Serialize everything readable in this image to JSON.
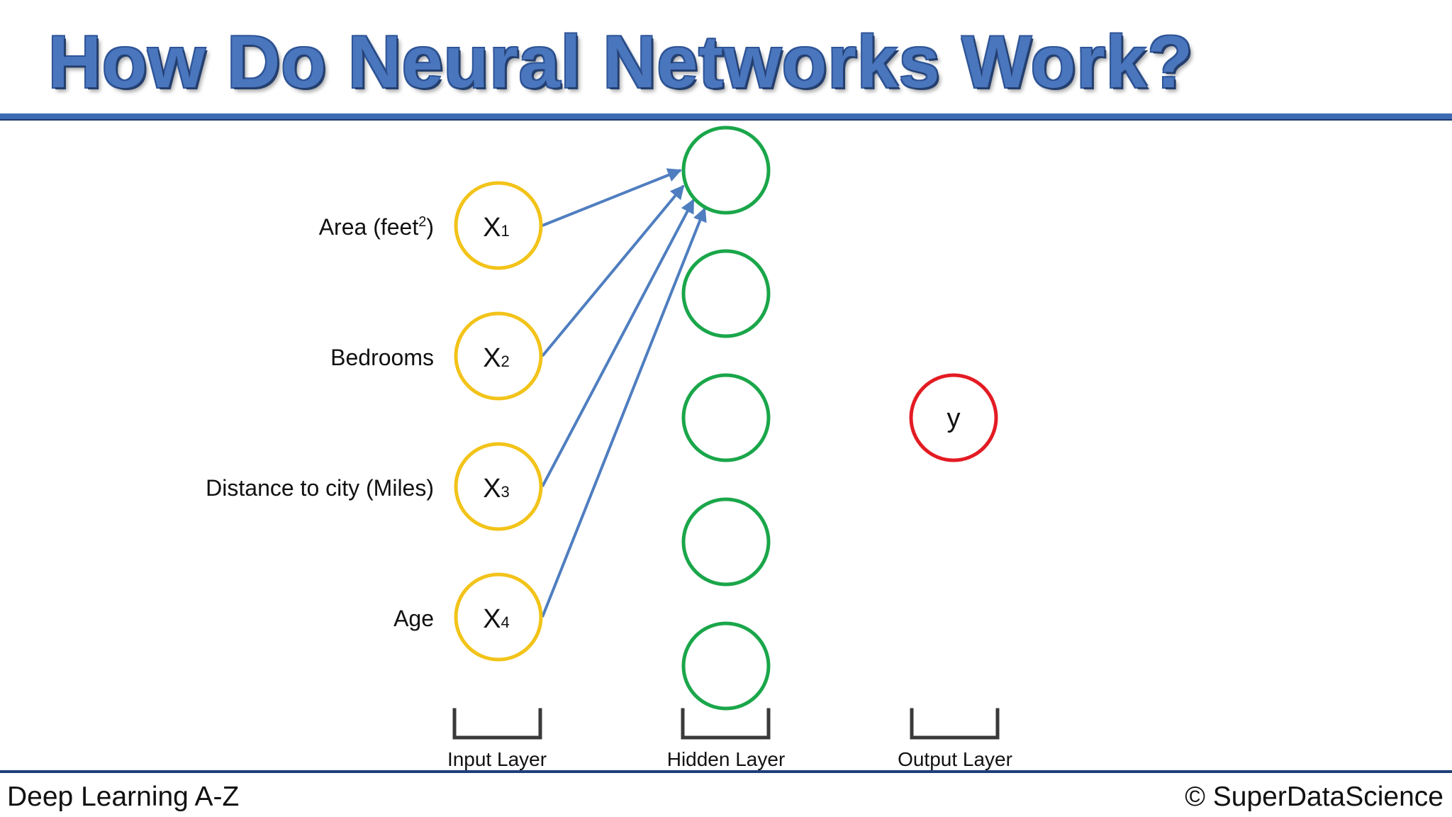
{
  "title": "How Do Neural Networks Work?",
  "inputs": [
    {
      "label": "Area (feet",
      "label_sup": "2",
      "label_end": ")",
      "node": "X",
      "sub": "1"
    },
    {
      "label": "Bedrooms",
      "label_sup": "",
      "label_end": "",
      "node": "X",
      "sub": "2"
    },
    {
      "label": "Distance to city (Miles)",
      "label_sup": "",
      "label_end": "",
      "node": "X",
      "sub": "3"
    },
    {
      "label": "Age",
      "label_sup": "",
      "label_end": "",
      "node": "X",
      "sub": "4"
    }
  ],
  "output": {
    "node": "y"
  },
  "layers": [
    "Input Layer",
    "Hidden Layer",
    "Output Layer"
  ],
  "footer": {
    "left": "Deep Learning A-Z",
    "right": "© SuperDataScience"
  },
  "colors": {
    "input": "#f2c319",
    "hidden": "#1aa64a",
    "output": "#e31b23",
    "arrow": "#4f7ec0",
    "title": "#4a76be"
  }
}
